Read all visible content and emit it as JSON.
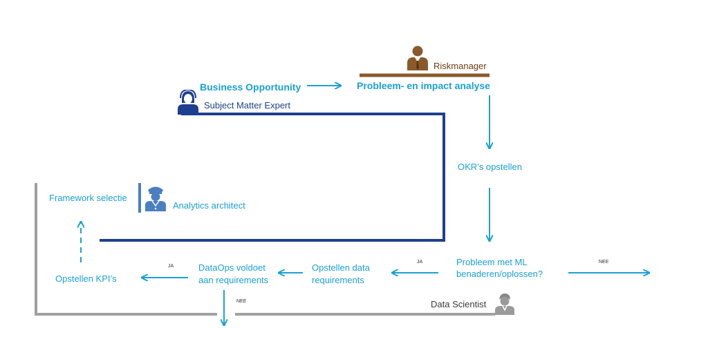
{
  "nodes": {
    "business_opportunity": "Business Opportunity",
    "probleem_impact": "Probleem- en impact analyse",
    "okr": "OKR’s opstellen",
    "probleem_ml_1": "Probleem met ML",
    "probleem_ml_2": "benaderen/oplossen?",
    "opstellen_data_1": "Opstellen data",
    "opstellen_data_2": "requirements",
    "dataops_1": "DataOps voldoet",
    "dataops_2": "aan requirements",
    "opstellen_kpi": "Opstellen KPI’s",
    "framework_selectie": "Framework selectie"
  },
  "roles": {
    "riskmanager": "Riskmanager",
    "sme": "Subject Matter Expert",
    "analytics_architect": "Analytics architect",
    "data_scientist": "Data Scientist"
  },
  "edge_labels": {
    "ja_1": "JA",
    "ja_2": "JA",
    "nee_1": "NEE",
    "nee_2": "NEE"
  },
  "icons": {
    "riskmanager": "businessman-icon",
    "sme": "woman-headset-icon",
    "analytics_architect": "pilot-icon",
    "data_scientist": "scientist-icon"
  },
  "colors": {
    "flow_blue": "#1aa0d6",
    "sme_navy": "#1e3f8e",
    "risk_brown": "#8a5a2b",
    "scientist_gray": "#9a9a9a"
  }
}
